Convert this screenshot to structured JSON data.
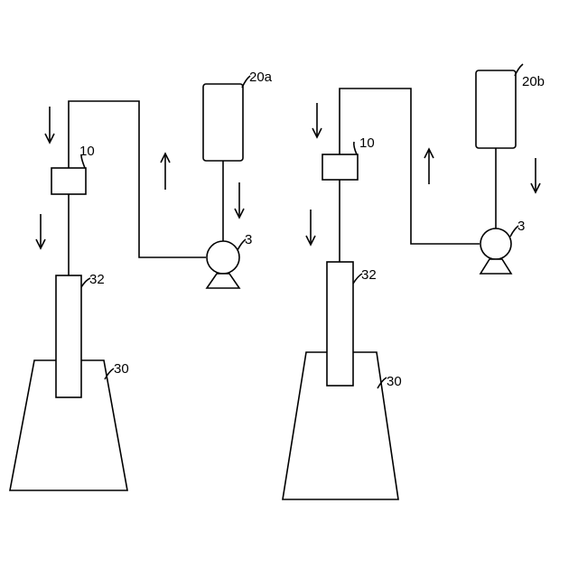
{
  "labels": {
    "left": {
      "container": "20a",
      "pump": "3",
      "unit": "10",
      "nozzle": "32",
      "vessel": "30"
    },
    "right": {
      "container": "20b",
      "pump": "3",
      "unit": "10",
      "nozzle": "32",
      "vessel": "30"
    }
  },
  "arrows": {
    "up": "up",
    "down": "down"
  }
}
